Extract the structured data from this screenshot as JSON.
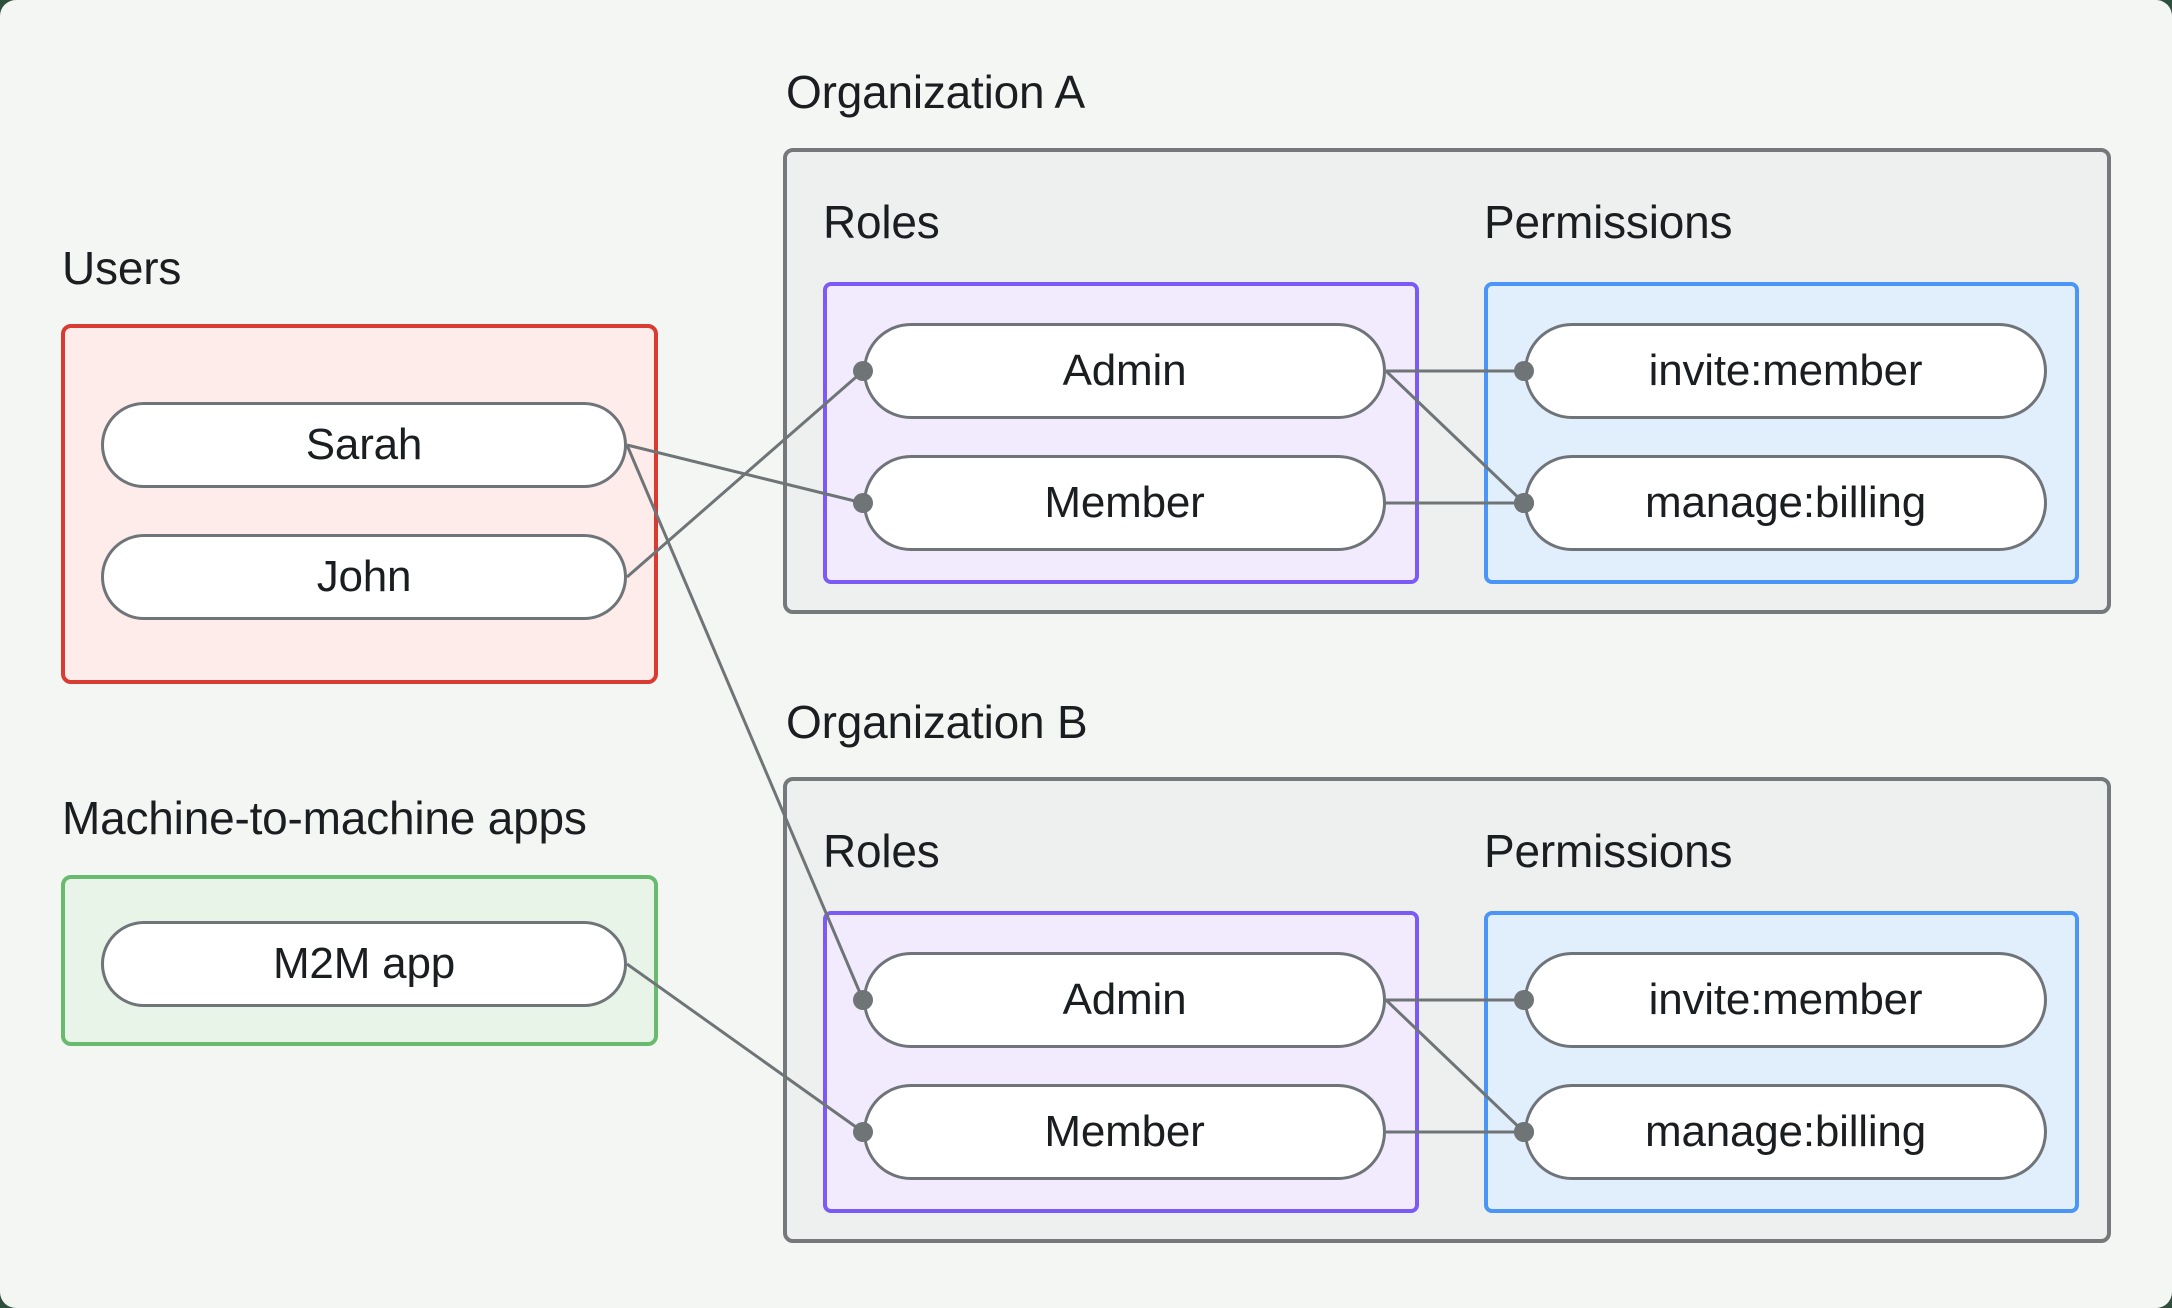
{
  "users_group": {
    "label": "Users",
    "items": [
      {
        "id": "sarah",
        "label": "Sarah"
      },
      {
        "id": "john",
        "label": "John"
      }
    ]
  },
  "m2m_group": {
    "label": "Machine-to-machine apps",
    "items": [
      {
        "id": "m2m-app",
        "label": "M2M app"
      }
    ]
  },
  "organizations": [
    {
      "id": "org-a",
      "title": "Organization A",
      "roles_label": "Roles",
      "permissions_label": "Permissions",
      "roles": [
        {
          "id": "org-a-admin",
          "label": "Admin"
        },
        {
          "id": "org-a-member",
          "label": "Member"
        }
      ],
      "permissions": [
        {
          "id": "org-a-invite",
          "label": "invite:member"
        },
        {
          "id": "org-a-manage",
          "label": "manage:billing"
        }
      ]
    },
    {
      "id": "org-b",
      "title": "Organization B",
      "roles_label": "Roles",
      "permissions_label": "Permissions",
      "roles": [
        {
          "id": "org-b-admin",
          "label": "Admin"
        },
        {
          "id": "org-b-member",
          "label": "Member"
        }
      ],
      "permissions": [
        {
          "id": "org-b-invite",
          "label": "invite:member"
        },
        {
          "id": "org-b-manage",
          "label": "manage:billing"
        }
      ]
    }
  ],
  "edges": [
    {
      "from": "sarah",
      "to": "org-a-member"
    },
    {
      "from": "john",
      "to": "org-a-admin"
    },
    {
      "from": "sarah",
      "to": "org-b-admin"
    },
    {
      "from": "m2m-app",
      "to": "org-b-member"
    },
    {
      "from": "org-a-admin",
      "to": "org-a-invite"
    },
    {
      "from": "org-a-admin",
      "to": "org-a-manage"
    },
    {
      "from": "org-a-member",
      "to": "org-a-manage"
    },
    {
      "from": "org-b-admin",
      "to": "org-b-invite"
    },
    {
      "from": "org-b-admin",
      "to": "org-b-manage"
    },
    {
      "from": "org-b-member",
      "to": "org-b-manage"
    }
  ],
  "colors": {
    "page-bg": "#f4f6f3",
    "outer-bg": "#2f4f3d",
    "text": "#1b1e21",
    "connector": "#6f7477",
    "pill-bg": "#ffffff",
    "pill-border": "#6f7479",
    "users-border": "#d93a31",
    "users-bg": "#fdecea",
    "m2m-border": "#68bb6e",
    "m2m-bg": "#e8f4e8",
    "org-border": "#75797b",
    "org-bg": "#edf0ee",
    "roles-border": "#7b5af5",
    "roles-bg": "#f1ebfd",
    "perms-border": "#4b95f6",
    "perms-bg": "#e1eefc"
  }
}
